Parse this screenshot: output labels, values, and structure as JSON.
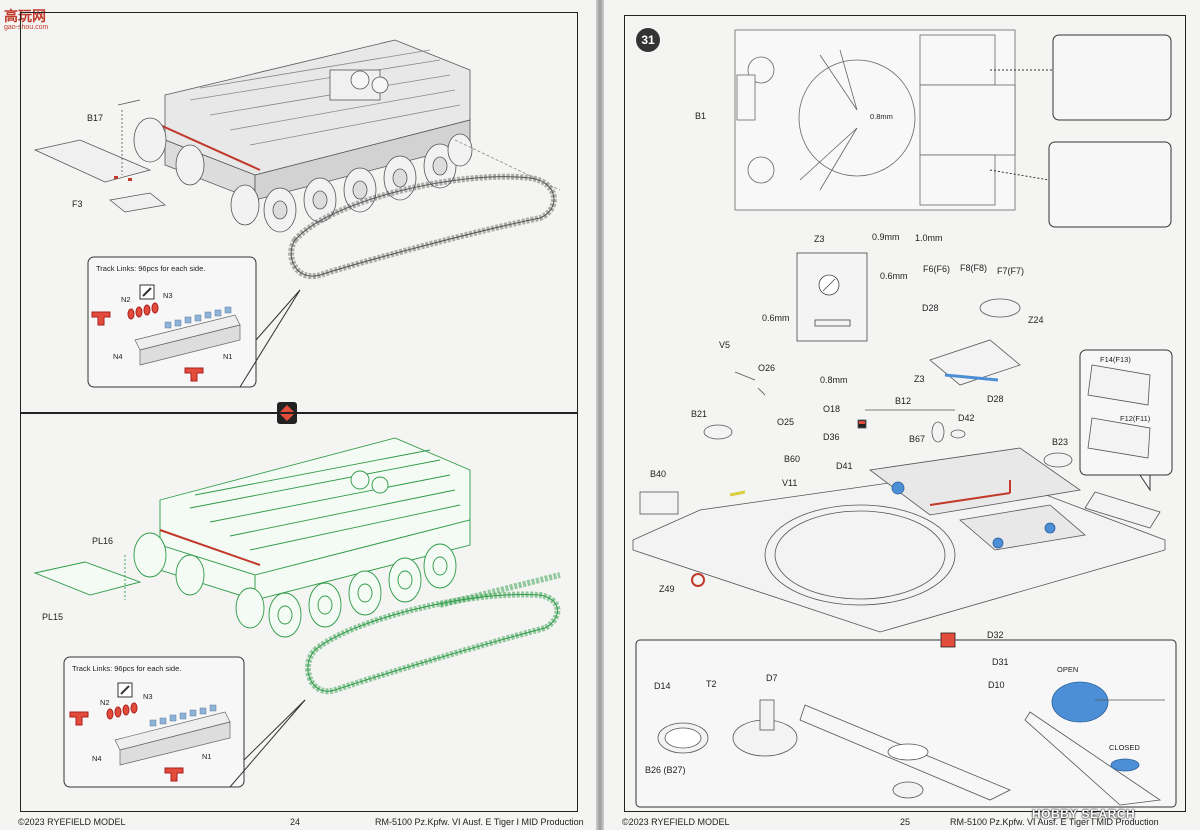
{
  "watermark": {
    "logo": "高玩网",
    "url": "gao-shou.com",
    "bottom": "HOBBY SEARCH"
  },
  "left_page": {
    "upper_panel": {
      "labels": {
        "b17": "B17",
        "f3": "F3",
        "n2": "N2",
        "n3": "N3",
        "n4": "N4",
        "n1": "N1"
      },
      "inset_title": "Track Links: 96pcs for each side."
    },
    "lower_panel": {
      "labels": {
        "pl16": "PL16",
        "pl15": "PL15",
        "n2": "N2",
        "n3": "N3",
        "n4": "N4",
        "n1": "N1"
      },
      "inset_title": "Track Links: 96pcs for each side."
    },
    "footer": {
      "copyright": "©2023 RYEFIELD MODEL",
      "page_number": "24"
    }
  },
  "right_page": {
    "step_number": "31",
    "labels": {
      "b1": "B1",
      "dim_08": "0.8mm",
      "dim_09": "0.9mm",
      "dim_10": "1.0mm",
      "z3_top": "Z3",
      "dim_06a": "0.6mm",
      "dim_06b": "0.6mm",
      "dim_08b": "0.8mm",
      "f6": "F6(F6)",
      "f8": "F8(F8)",
      "f7": "F7(F7)",
      "d28a": "D28",
      "z24": "Z24",
      "z3": "Z3",
      "d28b": "D28",
      "v5": "V5",
      "o26": "O26",
      "b21": "B21",
      "o25": "O25",
      "o18": "O18",
      "d36": "D36",
      "b12": "B12",
      "d42": "D42",
      "b67": "B67",
      "b23": "B23",
      "b60": "B60",
      "d41": "D41",
      "b40": "B40",
      "v11": "V11",
      "z49": "Z49",
      "f14": "F14(F13)",
      "f12": "F12(F11)",
      "d32": "D32",
      "d31": "D31",
      "d10": "D10",
      "d14": "D14",
      "t2": "T2",
      "d7": "D7",
      "b26": "B26 (B27)",
      "open": "OPEN",
      "closed": "CLOSED"
    },
    "footer": {
      "copyright": "©2023 RYEFIELD MODEL",
      "page_number": "25",
      "title": "RM-5100 Pz.Kpfw. VI Ausf. E Tiger I MID Production"
    }
  },
  "left_footer_title": "RM-5100 Pz.Kpfw. VI Ausf. E Tiger I MID Production"
}
